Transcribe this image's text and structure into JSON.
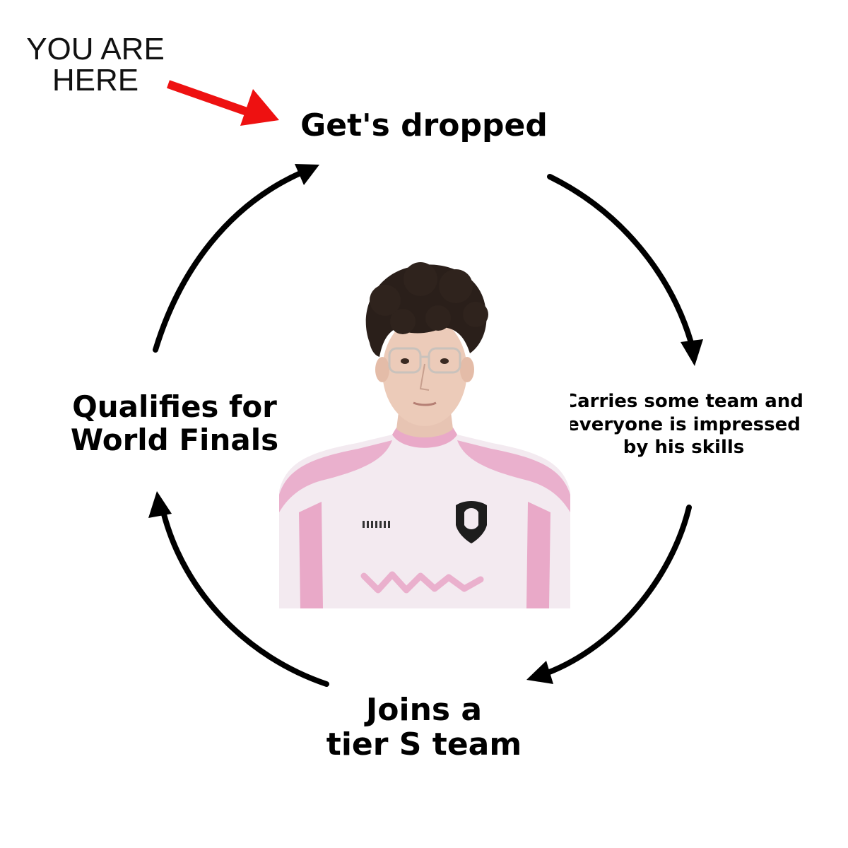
{
  "marker": {
    "text_line1": "YOU ARE",
    "text_line2": "HERE",
    "arrow_color": "#ee1111"
  },
  "cycle": {
    "steps": [
      {
        "id": "top",
        "line1": "Get's dropped",
        "line2": "",
        "line3": ""
      },
      {
        "id": "right",
        "line1": "Carries some team and",
        "line2": "everyone is impressed",
        "line3": "by his skills"
      },
      {
        "id": "bottom",
        "line1": "Joins a",
        "line2": "tier S team",
        "line3": ""
      },
      {
        "id": "left",
        "line1": "Qualifies for",
        "line2": "World Finals",
        "line3": ""
      }
    ],
    "arrow_color": "#000000"
  },
  "player": {
    "jersey_color": "#f2e8ef",
    "jersey_accent": "#eaaacb",
    "hair_color": "#2a1f1a"
  }
}
